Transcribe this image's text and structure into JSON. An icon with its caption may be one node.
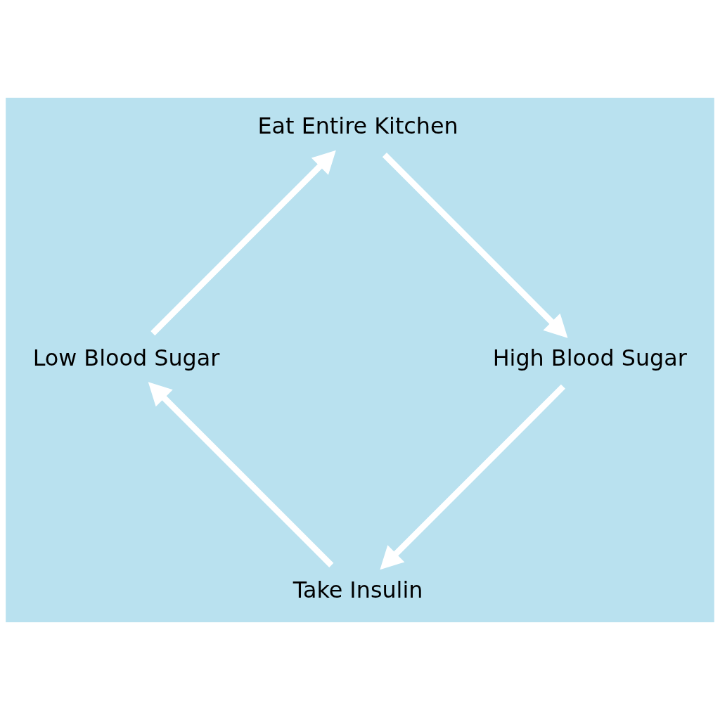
{
  "diagram": {
    "nodes": [
      {
        "text": [
          "Take Insulin"
        ]
      },
      {
        "text": [
          "Low Blood Sugar"
        ]
      },
      {
        "text": [
          "Eat Entire Kitchen"
        ]
      },
      {
        "text": [
          "High Blood Sugar"
        ]
      }
    ],
    "edges": [
      {
        "from": 0,
        "to": 1,
        "arrow": "to"
      },
      {
        "from": 1,
        "to": 2,
        "arrow": "to"
      },
      {
        "from": 2,
        "to": 3,
        "arrow": "to"
      },
      {
        "from": 3,
        "to": 0,
        "arrow": "to"
      }
    ]
  }
}
